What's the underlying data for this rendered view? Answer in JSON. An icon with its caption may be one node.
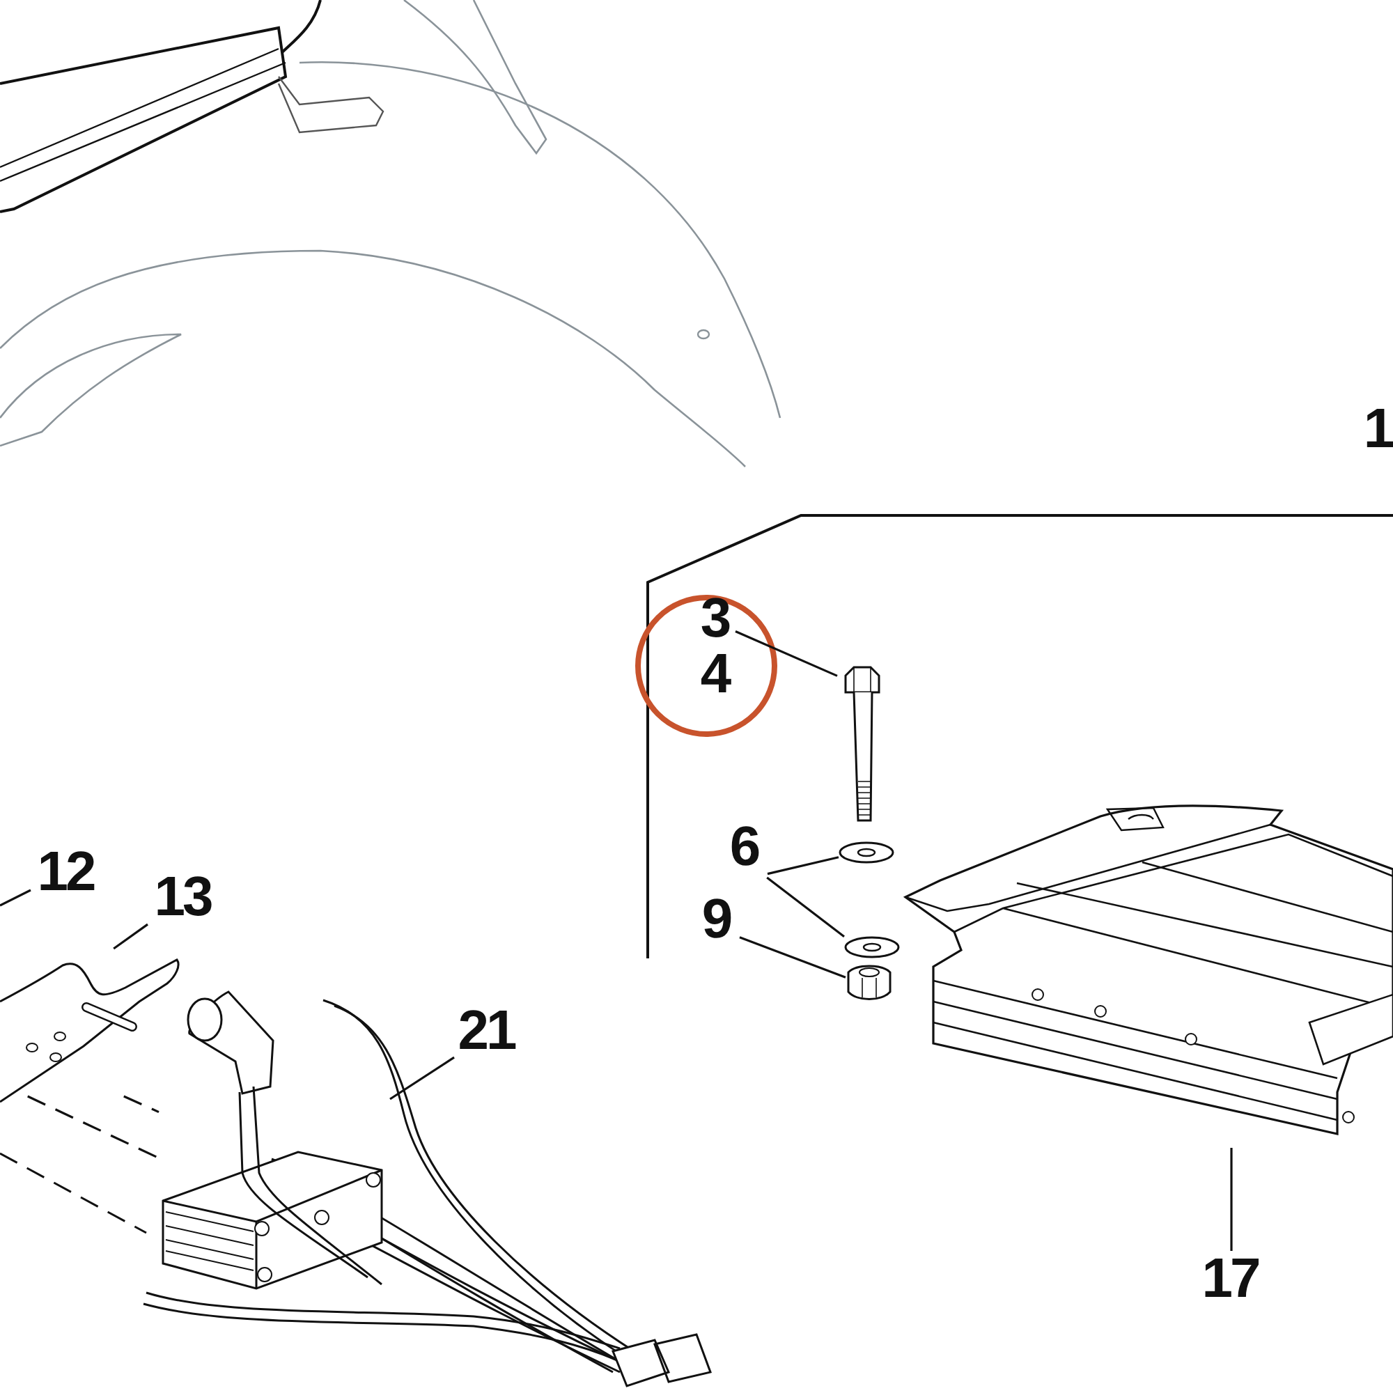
{
  "diagram": {
    "nodes": [
      {
        "text": [
          "3"
        ]
      },
      {
        "text": [],
        "shape": "picture"
      },
      {
        "text": [
          "6"
        ]
      },
      {
        "text": [],
        "shape": "picture"
      },
      {
        "text": [],
        "shape": "picture"
      },
      {
        "text": [
          "9"
        ]
      },
      {
        "text": [],
        "shape": "picture"
      },
      {
        "text": [
          "12"
        ]
      },
      {
        "text": [
          "13"
        ]
      },
      {
        "text": [],
        "shape": "picture"
      },
      {
        "text": [
          "21"
        ]
      },
      {
        "text": [],
        "shape": "picture"
      },
      {
        "text": [
          "17"
        ]
      },
      {
        "text": [],
        "shape": "picture"
      }
    ],
    "edges": [
      {
        "from": 0,
        "to": 1,
        "arrow": "none"
      },
      {
        "from": 2,
        "to": 3,
        "arrow": "none"
      },
      {
        "from": 2,
        "to": 4,
        "arrow": "none"
      },
      {
        "from": 5,
        "to": 6,
        "arrow": "none"
      },
      {
        "from": 7,
        "to": null,
        "arrow": "none"
      },
      {
        "from": 8,
        "to": 9,
        "arrow": "none"
      },
      {
        "from": 10,
        "to": 11,
        "arrow": "none"
      },
      {
        "from": 12,
        "to": 13,
        "arrow": "none"
      },
      {
        "from": 9,
        "to": 11,
        "arrow": "none",
        "style": "dashed"
      },
      {
        "from": 9,
        "to": 11,
        "arrow": "none",
        "style": "dashed"
      }
    ],
    "labels": [
      "1",
      "4"
    ]
  }
}
